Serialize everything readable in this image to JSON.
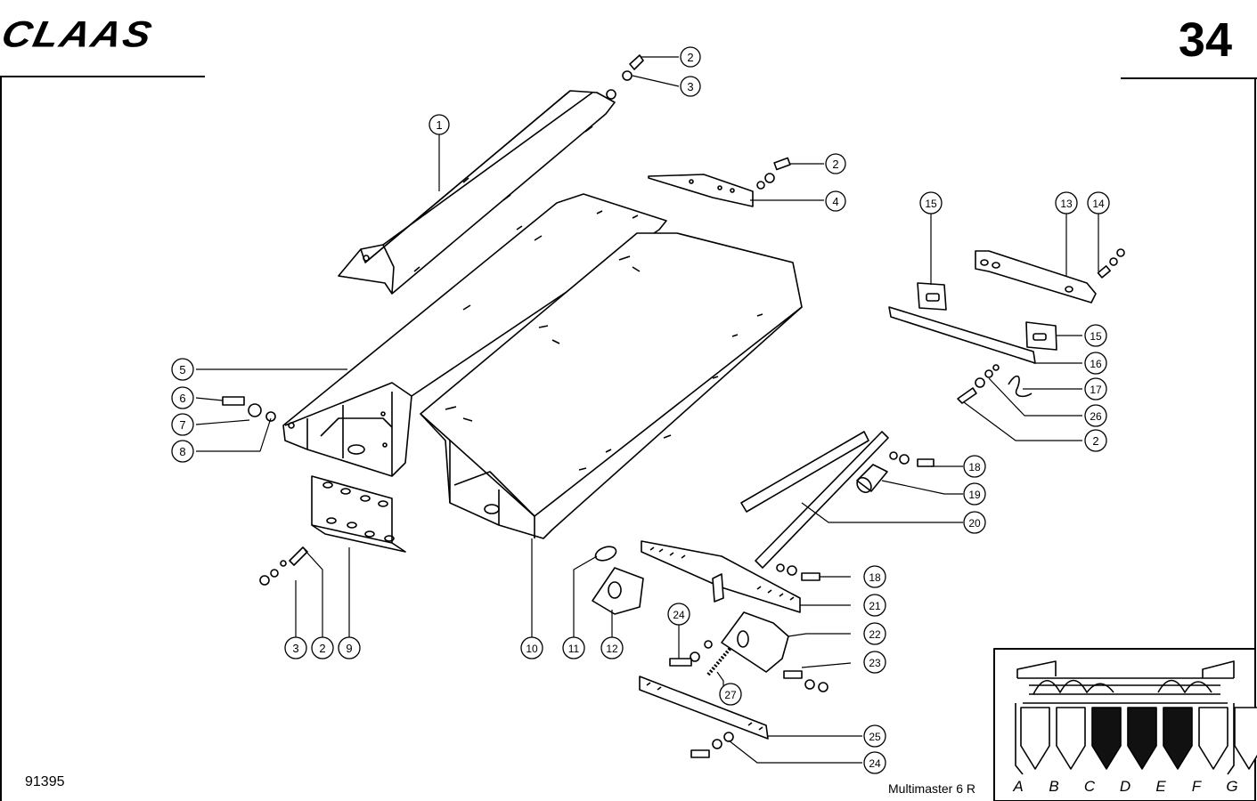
{
  "header": {
    "brand": "CLAAS",
    "page_number": "34"
  },
  "footer": {
    "document_number": "91395",
    "model": "Multimaster 6 R"
  },
  "callouts": [
    {
      "id": "c1",
      "label": "1"
    },
    {
      "id": "c2a",
      "label": "2"
    },
    {
      "id": "c3a",
      "label": "3"
    },
    {
      "id": "c2b",
      "label": "2"
    },
    {
      "id": "c4",
      "label": "4"
    },
    {
      "id": "c15a",
      "label": "15"
    },
    {
      "id": "c13",
      "label": "13"
    },
    {
      "id": "c14",
      "label": "14"
    },
    {
      "id": "c15b",
      "label": "15"
    },
    {
      "id": "c16",
      "label": "16"
    },
    {
      "id": "c17",
      "label": "17"
    },
    {
      "id": "c26",
      "label": "26"
    },
    {
      "id": "c2c",
      "label": "2"
    },
    {
      "id": "c5",
      "label": "5"
    },
    {
      "id": "c6",
      "label": "6"
    },
    {
      "id": "c7",
      "label": "7"
    },
    {
      "id": "c8",
      "label": "8"
    },
    {
      "id": "c18a",
      "label": "18"
    },
    {
      "id": "c19",
      "label": "19"
    },
    {
      "id": "c20",
      "label": "20"
    },
    {
      "id": "c18b",
      "label": "18"
    },
    {
      "id": "c21",
      "label": "21"
    },
    {
      "id": "c22",
      "label": "22"
    },
    {
      "id": "c23",
      "label": "23"
    },
    {
      "id": "c24a",
      "label": "24"
    },
    {
      "id": "c27",
      "label": "27"
    },
    {
      "id": "c25",
      "label": "25"
    },
    {
      "id": "c24b",
      "label": "24"
    },
    {
      "id": "c3b",
      "label": "3"
    },
    {
      "id": "c2d",
      "label": "2"
    },
    {
      "id": "c9",
      "label": "9"
    },
    {
      "id": "c10",
      "label": "10"
    },
    {
      "id": "c11",
      "label": "11"
    },
    {
      "id": "c12",
      "label": "12"
    }
  ],
  "inset": {
    "row_labels": [
      "A",
      "B",
      "C",
      "D",
      "E",
      "F",
      "G"
    ],
    "highlighted_rows": [
      "C",
      "D",
      "E"
    ]
  }
}
